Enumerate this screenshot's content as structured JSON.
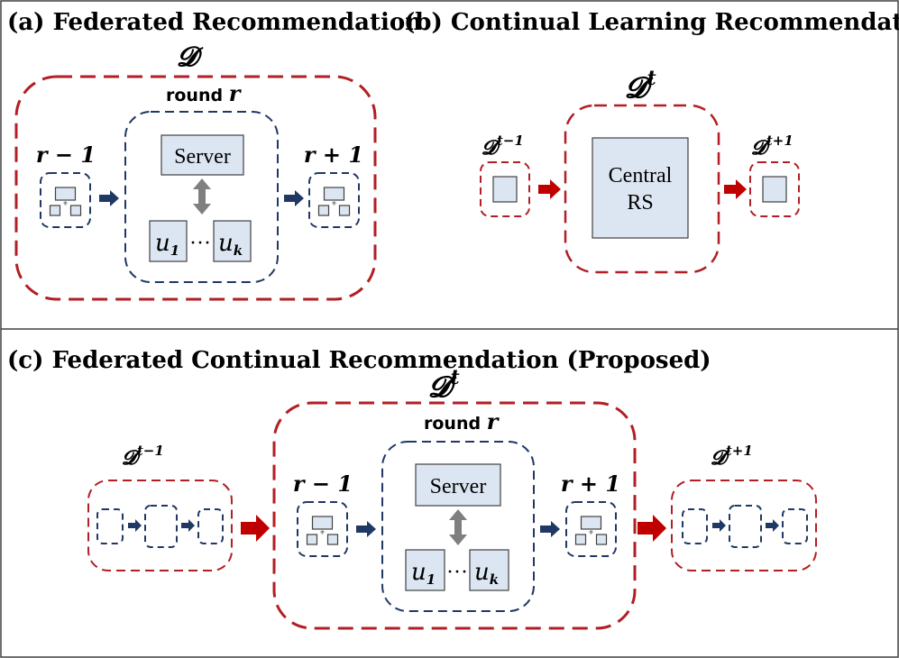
{
  "panels": {
    "a": {
      "title": "(a) Federated Recommendation",
      "dataset_label": "𝓓",
      "round_label": "round",
      "round_var": "r",
      "prev_label": "r − 1",
      "next_label": "r + 1",
      "server_label": "Server",
      "u1_base": "u",
      "u1_sub": "1",
      "ellipsis": "···",
      "uk_base": "u",
      "uk_sub": "k"
    },
    "b": {
      "title": "(b) Continual Learning Recommendation",
      "dataset_label": "𝓓",
      "dataset_sup": "t",
      "prev_label": "𝓓",
      "prev_sup": "t−1",
      "next_label": "𝓓",
      "next_sup": "t+1",
      "central_line1": "Central",
      "central_line2": "RS"
    },
    "c": {
      "title": "(c) Federated Continual Recommendation (Proposed)",
      "dataset_label": "𝓓",
      "dataset_sup": "t",
      "round_label": "round",
      "round_var": "r",
      "prev_round_label": "r − 1",
      "next_round_label": "r + 1",
      "prev_label": "𝓓",
      "prev_sup": "t−1",
      "next_label": "𝓓",
      "next_sup": "t+1",
      "server_label": "Server",
      "u1_base": "u",
      "u1_sub": "1",
      "ellipsis": "···",
      "uk_base": "u",
      "uk_sub": "k"
    }
  },
  "colors": {
    "red": "#b11f24",
    "navy": "#1f3864",
    "box_fill": "#dce6f2",
    "box_stroke": "#404040",
    "gray_arrow": "#7f7f7f"
  }
}
